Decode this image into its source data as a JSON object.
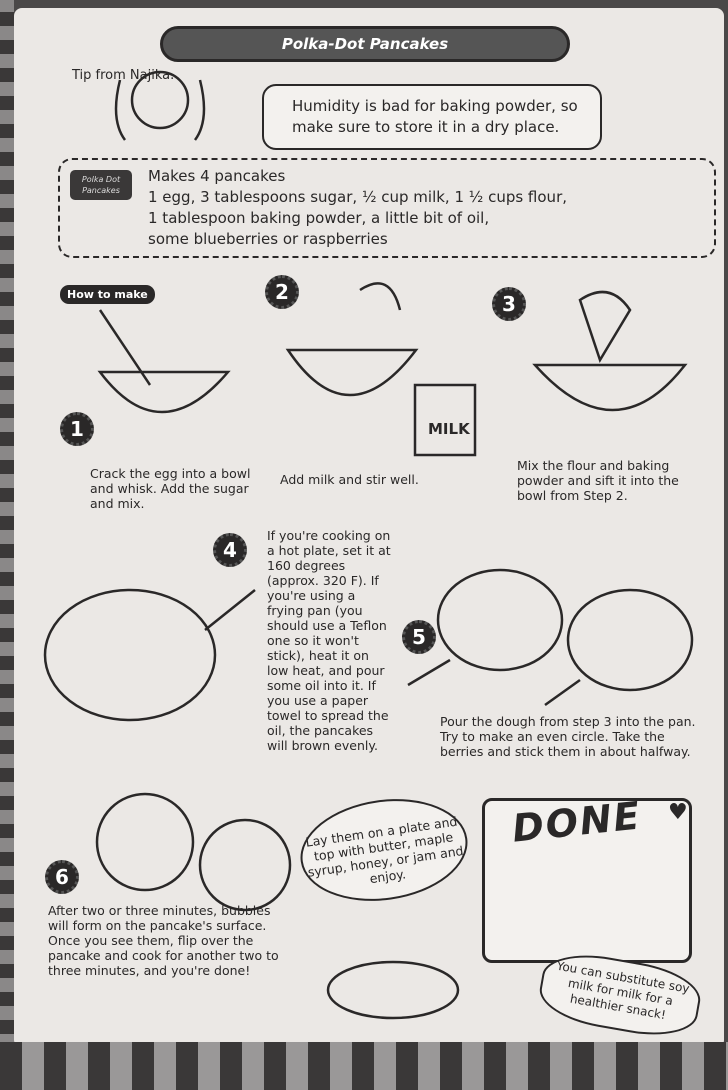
{
  "title": "Polka-Dot Pancakes",
  "tip": {
    "from": "Tip from Najika.",
    "text": "Humidity is bad for baking powder, so make sure to store it in a dry place."
  },
  "ingredients": {
    "tag": "Polka Dot Pancakes",
    "makes": "Makes 4 pancakes",
    "lines": [
      "1 egg,  3 tablespoons sugar, ½ cup milk, 1 ½ cups flour,",
      "1 tablespoon baking powder, a little bit of oil,",
      "some blueberries or raspberries"
    ]
  },
  "how_to_make": "How to make",
  "steps": [
    {
      "number": "1",
      "text": "Crack the egg into a bowl and whisk. Add the sugar and mix."
    },
    {
      "number": "2",
      "text": "Add milk and stir well."
    },
    {
      "number": "3",
      "text": "Mix the flour and baking powder and sift it into the bowl from Step 2."
    },
    {
      "number": "4",
      "text": "If you're cooking on a hot plate, set it at 160 degrees (approx. 320 F). If you're using a frying pan (you should use a Teflon one so it won't stick), heat it on low heat, and pour some oil into it. If you use a paper towel to spread the oil, the pancakes will brown evenly."
    },
    {
      "number": "5",
      "text": "Pour the dough from step 3 into the pan. Try to make an even circle. Take the berries and stick them in about halfway."
    },
    {
      "number": "6",
      "text": "After two or three minutes, bubbles will form on the pancake's surface. Once you see them, flip over the pancake and cook for another two to three minutes, and you're done!"
    }
  ],
  "serve_bubble": "Lay them on a plate and top with butter, maple syrup, honey, or jam and enjoy.",
  "done_label": "DONE",
  "milk_carton_label": "MILK",
  "soy_note": "You can substitute soy milk for milk for a healthier snack!"
}
